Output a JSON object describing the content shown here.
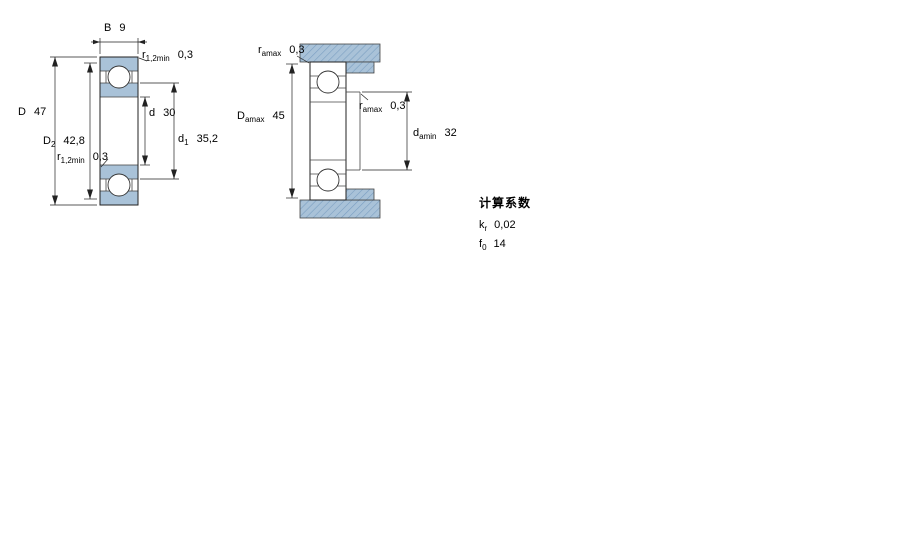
{
  "drawing": {
    "type": "bearing-cross-section",
    "colors": {
      "section_fill": "#a9c2d8",
      "hatch_line": "#7b9fc2",
      "line": "#222222"
    }
  },
  "left_view": {
    "B": {
      "sym": "B",
      "sub": "",
      "value": "9"
    },
    "r_top": {
      "sym": "r",
      "sub": "1,2min",
      "value": "0,3"
    },
    "D": {
      "sym": "D",
      "sub": "",
      "value": "47"
    },
    "d": {
      "sym": "d",
      "sub": "",
      "value": "30"
    },
    "D2": {
      "sym": "D",
      "sub": "2",
      "value": "42,8"
    },
    "d1": {
      "sym": "d",
      "sub": "1",
      "value": "35,2"
    },
    "r_bottom": {
      "sym": "r",
      "sub": "1,2min",
      "value": "0,3"
    }
  },
  "right_view": {
    "r_top": {
      "sym": "r",
      "sub": "amax",
      "value": "0,3"
    },
    "Da": {
      "sym": "D",
      "sub": "amax",
      "value": "45"
    },
    "r_mid": {
      "sym": "r",
      "sub": "amax",
      "value": "0,3"
    },
    "da": {
      "sym": "d",
      "sub": "amin",
      "value": "32"
    }
  },
  "calculation_factors": {
    "title": "计算系数",
    "kr": {
      "sym": "k",
      "sub": "r",
      "value": "0,02"
    },
    "f0": {
      "sym": "f",
      "sub": "0",
      "value": "14"
    }
  }
}
